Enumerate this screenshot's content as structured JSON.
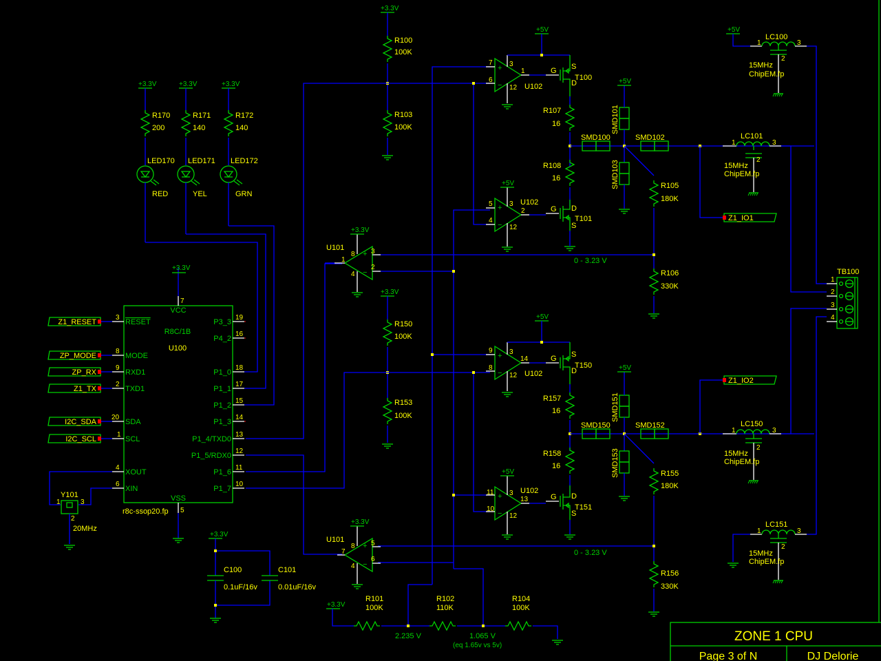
{
  "title_block": {
    "title": "ZONE 1 CPU",
    "page": "Page 3 of N",
    "author": "DJ Delorie"
  },
  "colors": {
    "background": "#000000",
    "wire": "#0000ff",
    "symbol": "#00d000",
    "label": "#ffff00",
    "pin": "#ffffff",
    "junction": "#ffff00",
    "port": "#ff0000"
  },
  "power": {
    "v33": "+3.3V",
    "v5": "+5V"
  },
  "u100": {
    "ref": "U100",
    "part": "R8C/1B",
    "footprint": "r8c-ssop20.fp",
    "vcc": "VCC",
    "vss": "VSS",
    "vcc_pin": "7",
    "vss_pin": "5",
    "left_pins": [
      {
        "num": "3",
        "name": "RESET",
        "net": "Z1_RESET"
      },
      {
        "num": "8",
        "name": "MODE",
        "net": "ZP_MODE"
      },
      {
        "num": "9",
        "name": "RXD1",
        "net": "ZP_RX"
      },
      {
        "num": "2",
        "name": "TXD1",
        "net": "Z1_TX"
      },
      {
        "num": "20",
        "name": "SDA",
        "net": "I2C_SDA"
      },
      {
        "num": "1",
        "name": "SCL",
        "net": "I2C_SCL"
      },
      {
        "num": "4",
        "name": "XOUT"
      },
      {
        "num": "6",
        "name": "XIN"
      }
    ],
    "right_pins": [
      {
        "num": "19",
        "name": "P3_3"
      },
      {
        "num": "16",
        "name": "P4_2"
      },
      {
        "num": "18",
        "name": "P1_0"
      },
      {
        "num": "17",
        "name": "P1_1"
      },
      {
        "num": "15",
        "name": "P1_2"
      },
      {
        "num": "14",
        "name": "P1_3"
      },
      {
        "num": "13",
        "name": "P1_4/TXD0"
      },
      {
        "num": "12",
        "name": "P1_5/RDX0"
      },
      {
        "num": "11",
        "name": "P1_6"
      },
      {
        "num": "10",
        "name": "P1_7"
      }
    ]
  },
  "y101": {
    "ref": "Y101",
    "value": "20MHz",
    "p1": "1",
    "p2": "2",
    "p3": "3"
  },
  "leds": [
    {
      "r_ref": "R170",
      "r_val": "200",
      "led_ref": "LED170",
      "color": "RED"
    },
    {
      "r_ref": "R171",
      "r_val": "140",
      "led_ref": "LED171",
      "color": "YEL"
    },
    {
      "r_ref": "R172",
      "r_val": "140",
      "led_ref": "LED172",
      "color": "GRN"
    }
  ],
  "caps": [
    {
      "ref": "C100",
      "value": "0.1uF/16v"
    },
    {
      "ref": "C101",
      "value": "0.01uF/16v"
    }
  ],
  "dividers": [
    {
      "top_ref": "R100",
      "top_val": "100K",
      "bot_ref": "R103",
      "bot_val": "100K"
    },
    {
      "top_ref": "R150",
      "top_val": "100K",
      "bot_ref": "R153",
      "bot_val": "100K"
    }
  ],
  "u101": [
    {
      "ref": "U101",
      "out": "1",
      "plus": "3",
      "minus": "2",
      "vcc": "8",
      "gnd": "4"
    },
    {
      "ref": "U101",
      "out": "7",
      "plus": "5",
      "minus": "6",
      "vcc": "8",
      "gnd": "4"
    }
  ],
  "channels": [
    {
      "u_ref": "U102",
      "in_a": "7",
      "in_b": "6",
      "out": "1",
      "vcc": "3",
      "gnd": "12",
      "t_hi": "T100",
      "r_hi": "R107",
      "r_hi_val": "16",
      "u2_ref": "U102",
      "in2_a": "5",
      "in2_b": "4",
      "out2": "2",
      "t_lo": "T101",
      "r_lo": "R108",
      "r_lo_val": "16",
      "smd_a": "SMD100",
      "smd_b": "SMD101",
      "smd_c": "SMD102",
      "smd_d": "SMD103",
      "r_div_top": "R105",
      "r_div_top_val": "180K",
      "r_div_bot": "R106",
      "r_div_bot_val": "330K",
      "range": "0 - 3.23 V",
      "net": "Z1_IO1"
    },
    {
      "u_ref": "U102",
      "in_a": "9",
      "in_b": "8",
      "out": "14",
      "vcc": "3",
      "gnd": "12",
      "t_hi": "T150",
      "r_hi": "R157",
      "r_hi_val": "16",
      "u2_ref": "U102",
      "in2_a": "11",
      "in2_b": "10",
      "out2": "13",
      "t_lo": "T151",
      "r_lo": "R158",
      "r_lo_val": "16",
      "smd_a": "SMD150",
      "smd_b": "SMD151",
      "smd_c": "SMD152",
      "smd_d": "SMD153",
      "r_div_top": "R155",
      "r_div_top_val": "180K",
      "r_div_bot": "R156",
      "r_div_bot_val": "330K",
      "range": "0 - 3.23 V",
      "net": "Z1_IO2"
    }
  ],
  "mosfet_pins": {
    "g": "G",
    "s": "S",
    "d": "D"
  },
  "filters": [
    {
      "ref": "LC100",
      "value": "15MHz",
      "fp": "ChipEM.fp"
    },
    {
      "ref": "LC101",
      "value": "15MHz",
      "fp": "ChipEM.fp"
    },
    {
      "ref": "LC150",
      "value": "15MHz",
      "fp": "ChipEM.fp"
    },
    {
      "ref": "LC151",
      "value": "15MHz",
      "fp": "ChipEM.fp"
    }
  ],
  "tb100": {
    "ref": "TB100",
    "pins": [
      "1",
      "2",
      "3",
      "4"
    ]
  },
  "ref_chain": {
    "resistors": [
      {
        "ref": "R101",
        "value": "100K"
      },
      {
        "ref": "R102",
        "value": "110K"
      },
      {
        "ref": "R104",
        "value": "100K"
      }
    ],
    "v_high": "2.235 V",
    "v_low": "1.065 V",
    "note": "(eq 1.65v vs 5v)"
  }
}
